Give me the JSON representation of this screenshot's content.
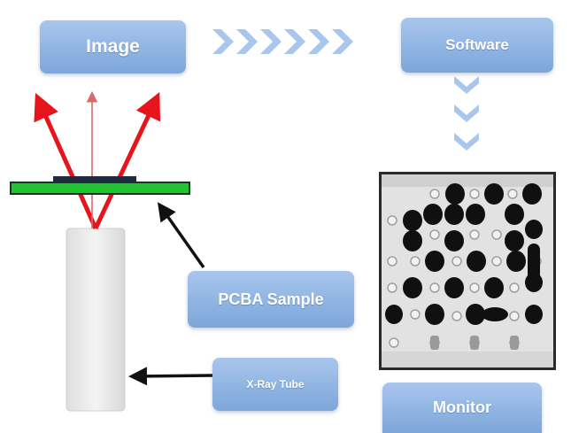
{
  "labels": {
    "image": "Image",
    "software": "Software",
    "pcba_sample": "PCBA Sample",
    "xray_tube": "X-Ray Tube",
    "monitor": "Monitor"
  },
  "colors": {
    "box_blue": "#8db3e2",
    "ray_red": "#e8141b",
    "board_green": "#22c331",
    "arrow_light_blue": "#a9c6ec",
    "pointer_black": "#111111",
    "tube_gray": "#ececec"
  }
}
